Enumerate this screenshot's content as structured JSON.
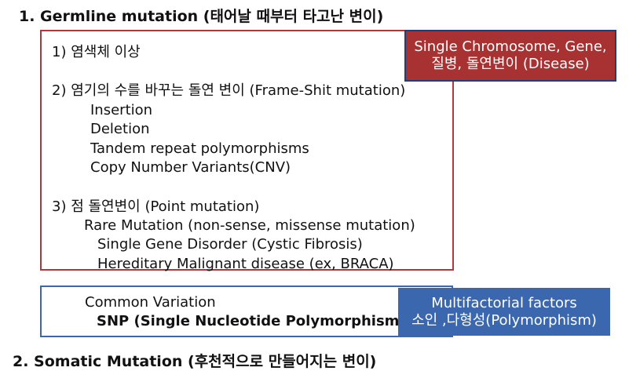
{
  "heading1": "1.  Germline mutation (태어날 때부터 타고난 변이)",
  "heading2": "2. Somatic Mutation (후천적으로 만들어지는 변이)",
  "germline_box": {
    "item1": "1) 염색체 이상",
    "item2": "2) 염기의 수를 바꾸는 돌연 변이 (Frame-Shit mutation)",
    "item2_subs": [
      "Insertion",
      "Deletion",
      "Tandem repeat polymorphisms",
      "Copy Number Variants(CNV)"
    ],
    "item3": "3) 점 돌연변이 (Point  mutation)",
    "item3_sub": "Rare Mutation (non-sense, missense mutation)",
    "item3_subsubs": [
      "Single Gene Disorder (Cystic Fibrosis)",
      "Hereditary Malignant disease (ex, BRACA)"
    ]
  },
  "common_box": {
    "line1": "Common Variation",
    "line2": "SNP (Single Nucleotide Polymorphism)"
  },
  "callout_disease": {
    "line1": "Single Chromosome, Gene,",
    "line2": "질병, 돌연변이 (Disease)"
  },
  "callout_multifactorial": {
    "line1": "Multifactorial factors",
    "line2": "소인 ,다형성(Polymorphism)"
  },
  "colors": {
    "red_border": "#b2373a",
    "red_callout": "#a83232",
    "blue": "#3a67ad"
  }
}
